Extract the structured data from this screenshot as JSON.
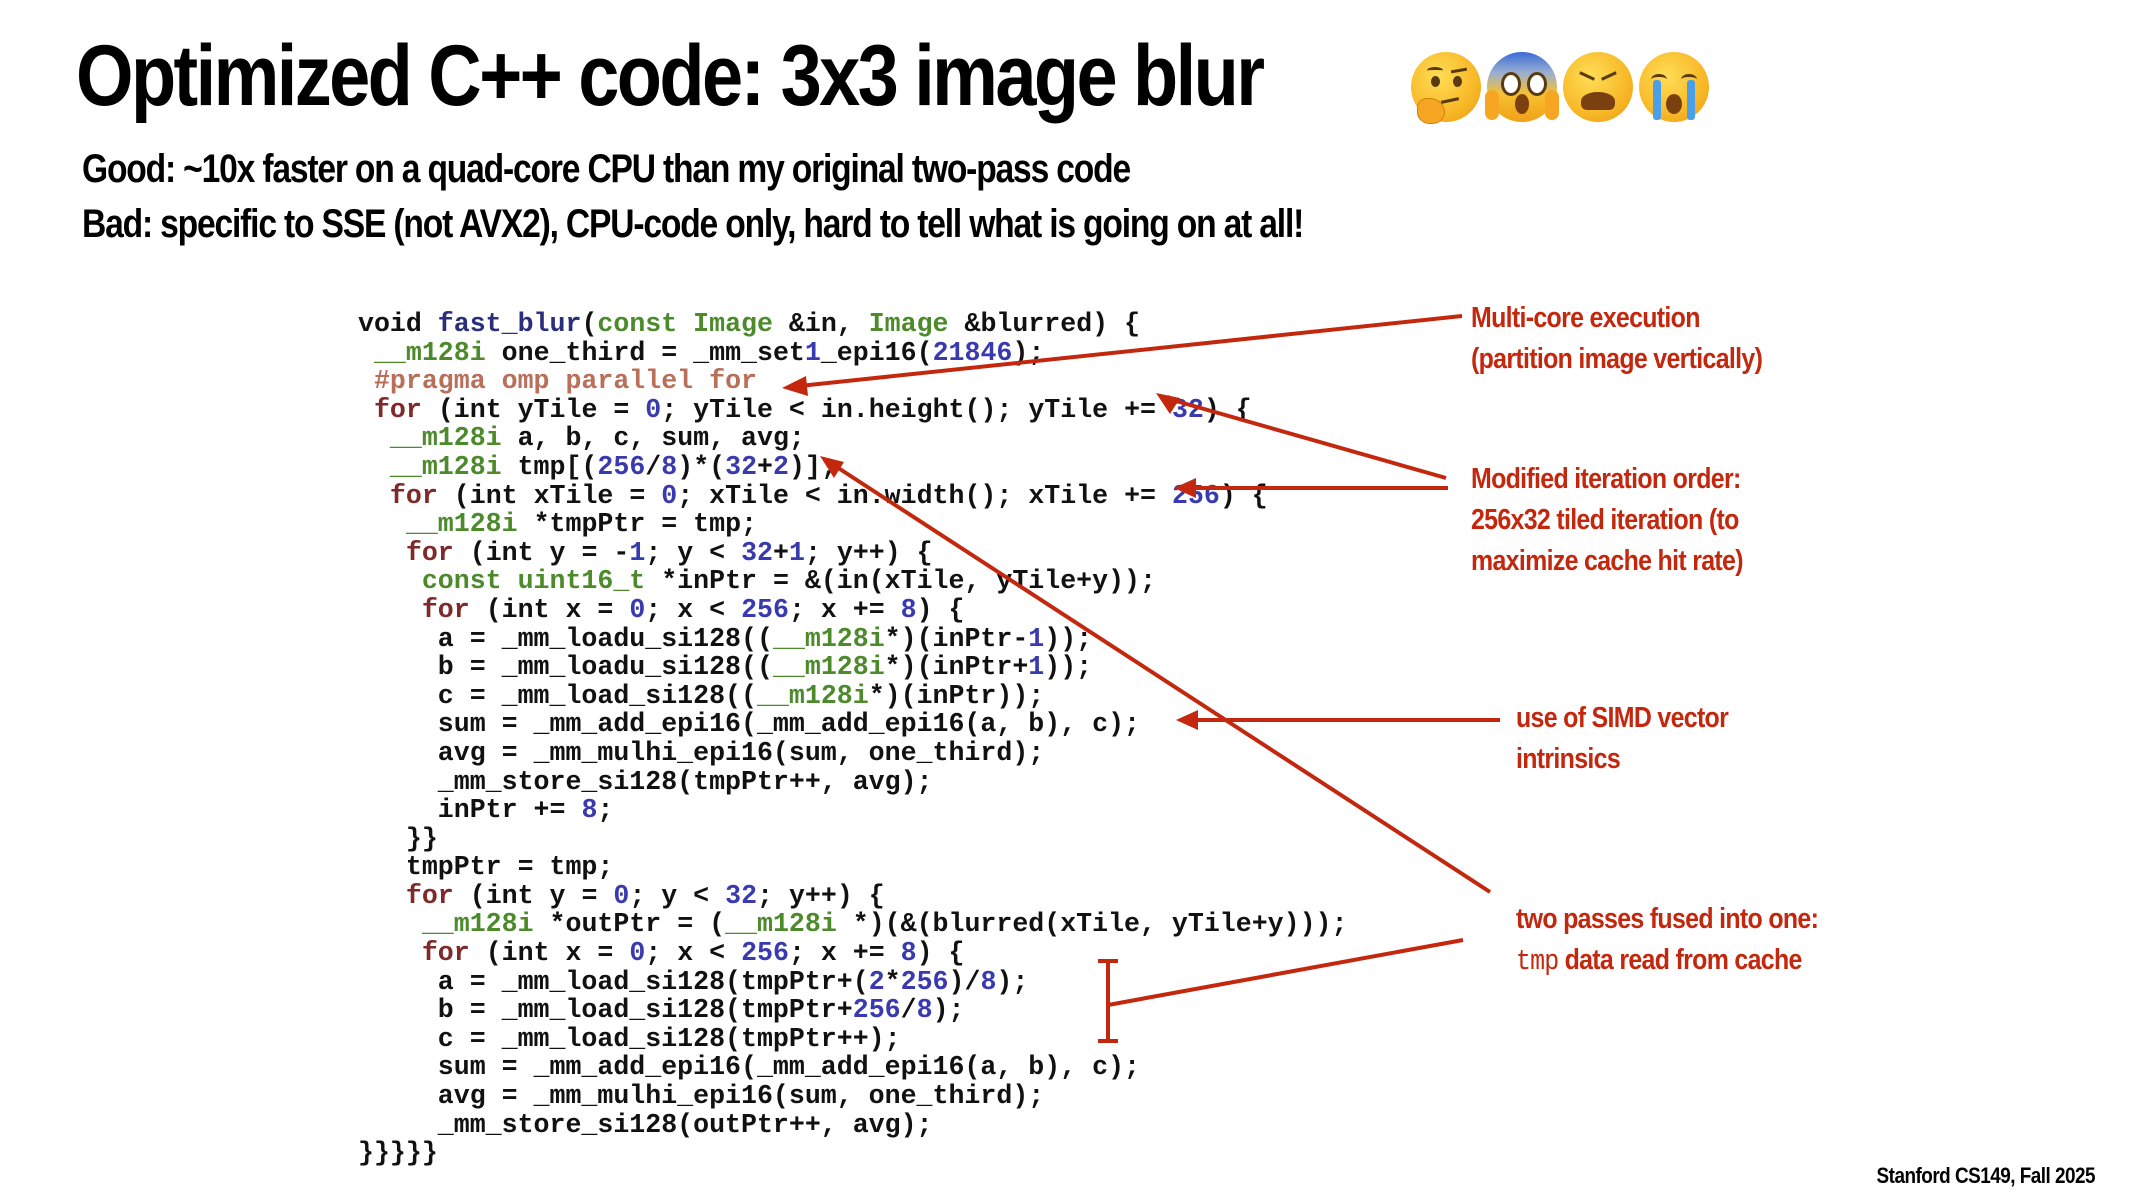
{
  "slide": {
    "title": "Optimized C++ code: 3x3 image blur",
    "title_emojis": [
      "thinking-face",
      "face-screaming-in-fear",
      "weary-face",
      "loudly-crying-face"
    ],
    "subtitle_good": "Good: ~10x faster on a quad-core CPU than my original two-pass code",
    "subtitle_bad": "Bad: specific to SSE (not AVX2), CPU-code only, hard to tell what is going on at all!",
    "footer": "Stanford CS149, Fall 2025"
  },
  "colors": {
    "annotation": "#c3280e",
    "keyword": "#7e2a2a",
    "function_name": "#2a2f7a",
    "type": "#4c8a2c",
    "preprocessor": "#b8705a",
    "number": "#3a3ab0",
    "text": "#111111"
  },
  "code": {
    "lines": [
      [
        [
          "tx",
          "void "
        ],
        [
          "fn",
          "fast_blur"
        ],
        [
          "tx",
          "("
        ],
        [
          "ty",
          "const Image "
        ],
        [
          "tx",
          "&in, "
        ],
        [
          "ty",
          "Image "
        ],
        [
          "tx",
          "&blurred) {"
        ]
      ],
      [
        [
          "tx",
          " "
        ],
        [
          "ty",
          "__m128i"
        ],
        [
          "tx",
          " one_third = _mm_set"
        ],
        [
          "num",
          "1"
        ],
        [
          "tx",
          "_epi16("
        ],
        [
          "num",
          "21846"
        ],
        [
          "tx",
          ");"
        ]
      ],
      [
        [
          "tx",
          " "
        ],
        [
          "pp",
          "#pragma omp parallel for"
        ]
      ],
      [
        [
          "tx",
          " "
        ],
        [
          "kw",
          "for"
        ],
        [
          "tx",
          " (int yTile = "
        ],
        [
          "num",
          "0"
        ],
        [
          "tx",
          "; yTile < in.height(); yTile += "
        ],
        [
          "num",
          "32"
        ],
        [
          "tx",
          ") {"
        ]
      ],
      [
        [
          "tx",
          "  "
        ],
        [
          "ty",
          "__m128i"
        ],
        [
          "tx",
          " a, b, c, sum, avg;"
        ]
      ],
      [
        [
          "tx",
          "  "
        ],
        [
          "ty",
          "__m128i"
        ],
        [
          "tx",
          " tmp[("
        ],
        [
          "num",
          "256"
        ],
        [
          "tx",
          "/"
        ],
        [
          "num",
          "8"
        ],
        [
          "tx",
          ")*("
        ],
        [
          "num",
          "32"
        ],
        [
          "tx",
          "+"
        ],
        [
          "num",
          "2"
        ],
        [
          "tx",
          ")];"
        ]
      ],
      [
        [
          "tx",
          "  "
        ],
        [
          "kw",
          "for"
        ],
        [
          "tx",
          " (int xTile = "
        ],
        [
          "num",
          "0"
        ],
        [
          "tx",
          "; xTile < in.width(); xTile += "
        ],
        [
          "num",
          "256"
        ],
        [
          "tx",
          ") {"
        ]
      ],
      [
        [
          "tx",
          "   "
        ],
        [
          "ty",
          "__m128i"
        ],
        [
          "tx",
          " *tmpPtr = tmp;"
        ]
      ],
      [
        [
          "tx",
          "   "
        ],
        [
          "kw",
          "for"
        ],
        [
          "tx",
          " (int y = -"
        ],
        [
          "num",
          "1"
        ],
        [
          "tx",
          "; y < "
        ],
        [
          "num",
          "32"
        ],
        [
          "tx",
          "+"
        ],
        [
          "num",
          "1"
        ],
        [
          "tx",
          "; y++) {"
        ]
      ],
      [
        [
          "tx",
          "    "
        ],
        [
          "ty",
          "const uint16_t"
        ],
        [
          "tx",
          " *inPtr = &(in(xTile, yTile+y));"
        ]
      ],
      [
        [
          "tx",
          "    "
        ],
        [
          "kw",
          "for"
        ],
        [
          "tx",
          " (int x = "
        ],
        [
          "num",
          "0"
        ],
        [
          "tx",
          "; x < "
        ],
        [
          "num",
          "256"
        ],
        [
          "tx",
          "; x += "
        ],
        [
          "num",
          "8"
        ],
        [
          "tx",
          ") {"
        ]
      ],
      [
        [
          "tx",
          "     a = _mm_loadu_si128(("
        ],
        [
          "ty",
          "__m128i"
        ],
        [
          "tx",
          "*)(inPtr-"
        ],
        [
          "num",
          "1"
        ],
        [
          "tx",
          "));"
        ]
      ],
      [
        [
          "tx",
          "     b = _mm_loadu_si128(("
        ],
        [
          "ty",
          "__m128i"
        ],
        [
          "tx",
          "*)(inPtr+"
        ],
        [
          "num",
          "1"
        ],
        [
          "tx",
          "));"
        ]
      ],
      [
        [
          "tx",
          "     c = _mm_load_si128(("
        ],
        [
          "ty",
          "__m128i"
        ],
        [
          "tx",
          "*)(inPtr));"
        ]
      ],
      [
        [
          "tx",
          "     sum = _mm_add_epi16(_mm_add_epi16(a, b), c);"
        ]
      ],
      [
        [
          "tx",
          "     avg = _mm_mulhi_epi16(sum, one_third);"
        ]
      ],
      [
        [
          "tx",
          "     _mm_store_si128(tmpPtr++, avg);"
        ]
      ],
      [
        [
          "tx",
          "     inPtr += "
        ],
        [
          "num",
          "8"
        ],
        [
          "tx",
          ";"
        ]
      ],
      [
        [
          "tx",
          "   }}"
        ]
      ],
      [
        [
          "tx",
          "   tmpPtr = tmp;"
        ]
      ],
      [
        [
          "tx",
          "   "
        ],
        [
          "kw",
          "for"
        ],
        [
          "tx",
          " (int y = "
        ],
        [
          "num",
          "0"
        ],
        [
          "tx",
          "; y < "
        ],
        [
          "num",
          "32"
        ],
        [
          "tx",
          "; y++) {"
        ]
      ],
      [
        [
          "tx",
          "    "
        ],
        [
          "ty",
          "__m128i"
        ],
        [
          "tx",
          " *outPtr = ("
        ],
        [
          "ty",
          "__m128i"
        ],
        [
          "tx",
          " *)(&(blurred(xTile, yTile+y)));"
        ]
      ],
      [
        [
          "tx",
          "    "
        ],
        [
          "kw",
          "for"
        ],
        [
          "tx",
          " (int x = "
        ],
        [
          "num",
          "0"
        ],
        [
          "tx",
          "; x < "
        ],
        [
          "num",
          "256"
        ],
        [
          "tx",
          "; x += "
        ],
        [
          "num",
          "8"
        ],
        [
          "tx",
          ") {"
        ]
      ],
      [
        [
          "tx",
          "     a = _mm_load_si128(tmpPtr+("
        ],
        [
          "num",
          "2"
        ],
        [
          "tx",
          "*"
        ],
        [
          "num",
          "256"
        ],
        [
          "tx",
          ")/"
        ],
        [
          "num",
          "8"
        ],
        [
          "tx",
          ");"
        ]
      ],
      [
        [
          "tx",
          "     b = _mm_load_si128(tmpPtr+"
        ],
        [
          "num",
          "256"
        ],
        [
          "tx",
          "/"
        ],
        [
          "num",
          "8"
        ],
        [
          "tx",
          ");"
        ]
      ],
      [
        [
          "tx",
          "     c = _mm_load_si128(tmpPtr++);"
        ]
      ],
      [
        [
          "tx",
          "     sum = _mm_add_epi16(_mm_add_epi16(a, b), c);"
        ]
      ],
      [
        [
          "tx",
          "     avg = _mm_mulhi_epi16(sum, one_third);"
        ]
      ],
      [
        [
          "tx",
          "     _mm_store_si128(outPtr++, avg);"
        ]
      ],
      [
        [
          "tx",
          "}}}}}"
        ]
      ]
    ]
  },
  "annotations": {
    "multicore": {
      "line1": "Multi-core execution",
      "line2": "(partition image vertically)"
    },
    "iteration": {
      "line1": "Modified iteration order:",
      "line2": "256x32 tiled iteration (to",
      "line3": "maximize cache hit rate)"
    },
    "simd": {
      "line1": "use of SIMD vector",
      "line2": "intrinsics"
    },
    "fused": {
      "line1": "two passes fused into one:",
      "line2_code": "tmp",
      "line2_rest": " data read from cache"
    }
  }
}
